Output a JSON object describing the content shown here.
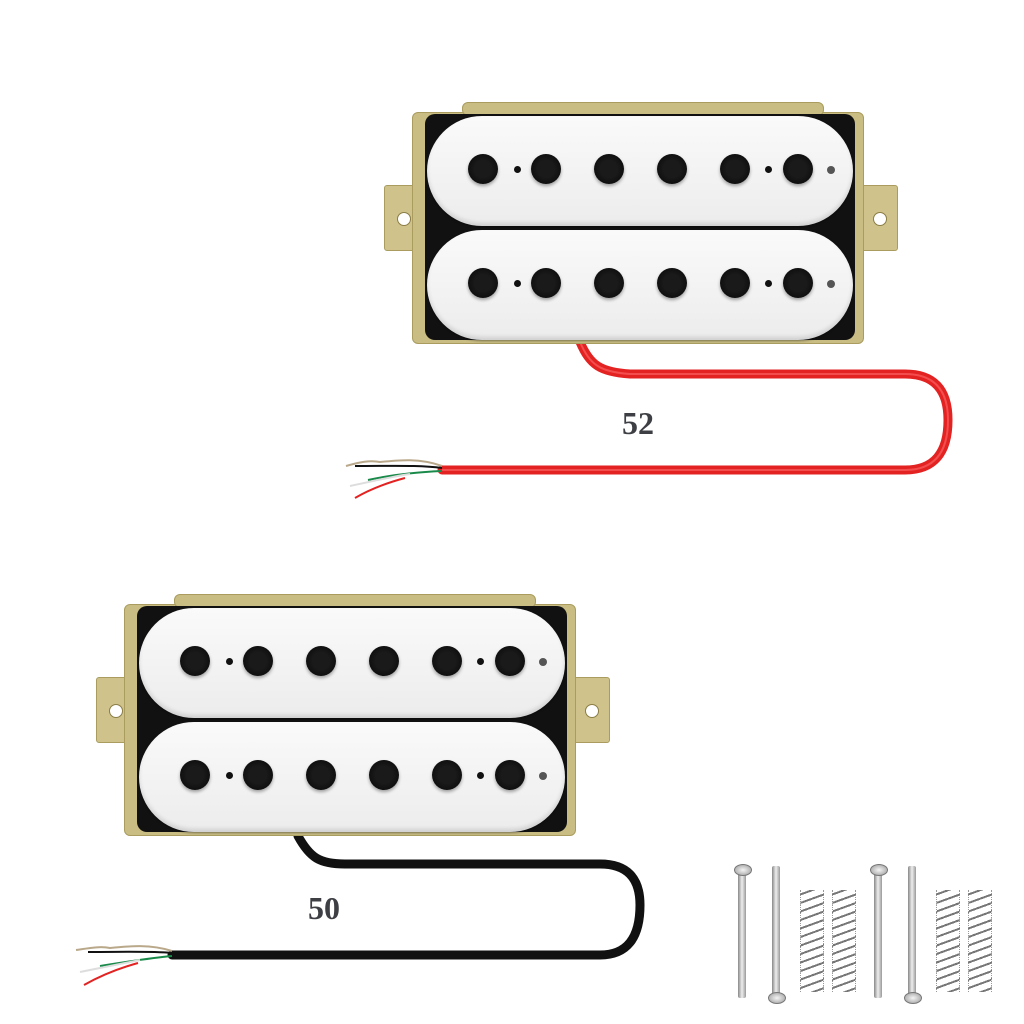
{
  "scene": {
    "description": "Two white humbucker guitar pickups with mounting hardware",
    "background_color": "#ffffff"
  },
  "pickups": [
    {
      "id": "neck-or-bridge-52",
      "label": "52",
      "coil_color": "#f5f5f5",
      "baseplate_color": "#c9bd84",
      "cable_color": "#e32222",
      "pole_pieces_per_coil": 6,
      "coils": 2,
      "lead_wires": [
        "bare",
        "black",
        "green",
        "white",
        "red"
      ]
    },
    {
      "id": "neck-or-bridge-50",
      "label": "50",
      "coil_color": "#f5f5f5",
      "baseplate_color": "#c9bd84",
      "cable_color": "#111111",
      "pole_pieces_per_coil": 6,
      "coils": 2,
      "lead_wires": [
        "bare",
        "black",
        "green",
        "white",
        "red"
      ]
    }
  ],
  "hardware": {
    "screws": 4,
    "springs": 4,
    "color": "#b8b8b8"
  }
}
